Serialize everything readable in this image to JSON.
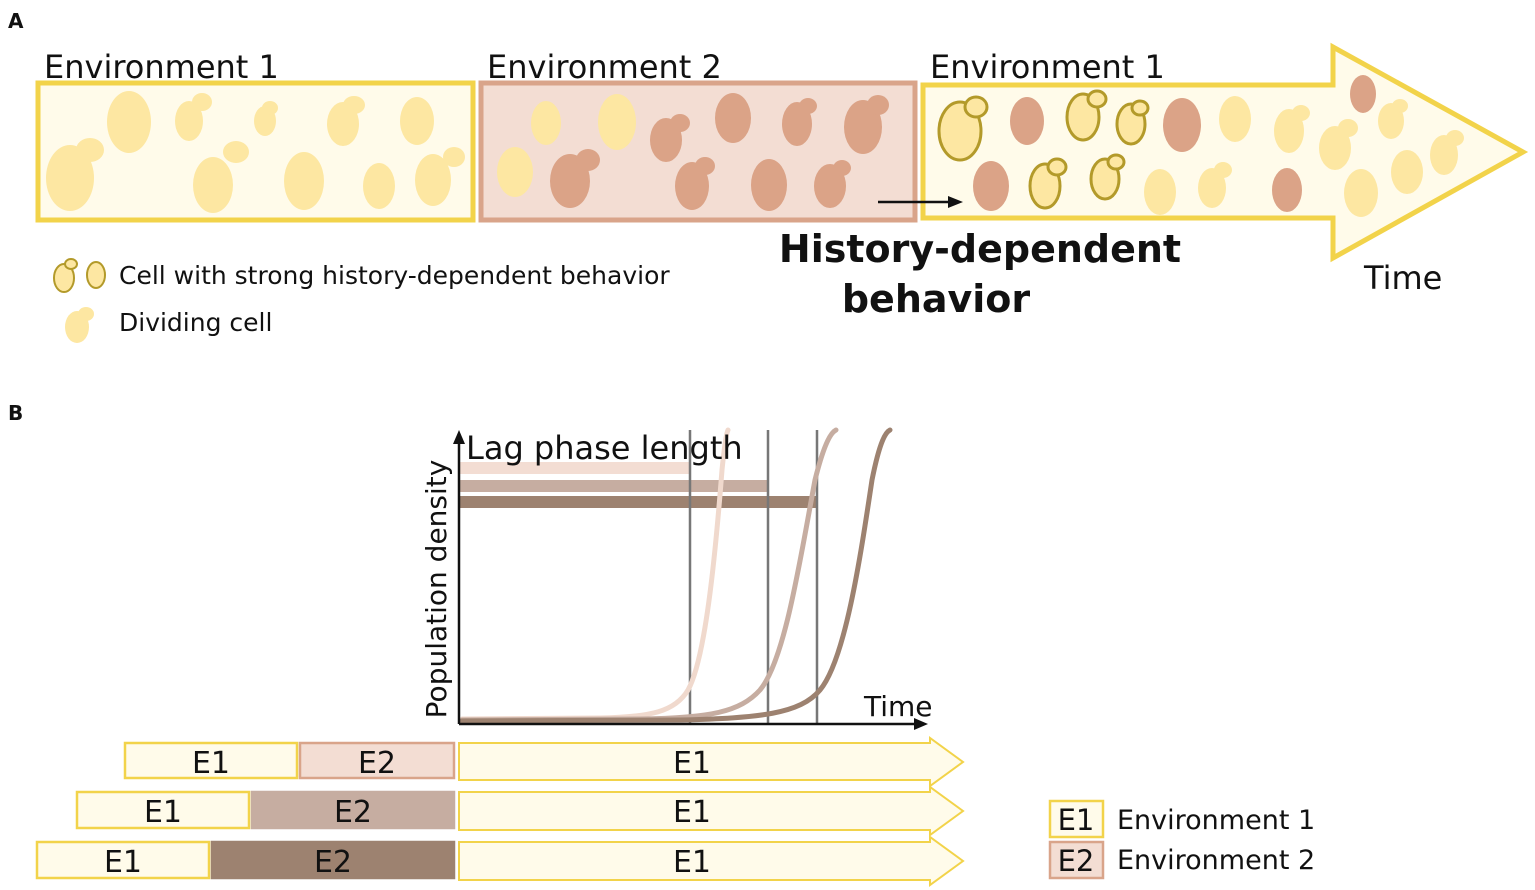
{
  "panel_a": {
    "label": "A",
    "environments": [
      {
        "title": "Environment 1"
      },
      {
        "title": "Environment 2"
      },
      {
        "title": "Environment 1"
      }
    ],
    "annotation_line1": "History-dependent",
    "annotation_line2": "behavior",
    "time_label": "Time",
    "legend": [
      {
        "text": "Cell with strong history-dependent behavior"
      },
      {
        "text": "Dividing cell"
      }
    ]
  },
  "panel_b": {
    "label": "B",
    "y_axis_label": "Population density",
    "x_axis_label": "Time",
    "lag_title": "Lag phase length",
    "rows": [
      {
        "e1_label": "E1",
        "e2_label": "E2",
        "e1b_label": "E1"
      },
      {
        "e1_label": "E1",
        "e2_label": "E2",
        "e1b_label": "E1"
      },
      {
        "e1_label": "E1",
        "e2_label": "E2",
        "e1b_label": "E1"
      }
    ],
    "legend": [
      {
        "code": "E1",
        "text": "Environment 1"
      },
      {
        "code": "E2",
        "text": "Environment 2"
      }
    ]
  },
  "colors": {
    "env1_fill": "#fffbea",
    "env1_stroke": "#f2d34a",
    "env2_fill": "#f3ddd3",
    "env2_stroke": "#d9a48a",
    "cell_yellow": "#fde7a2",
    "cell_yellow_stroke": "#b39a2a",
    "cell_brown": "#dba387",
    "curve_light": "#f0d9cd",
    "curve_mid": "#c6ada1",
    "curve_dark": "#9d8270"
  }
}
